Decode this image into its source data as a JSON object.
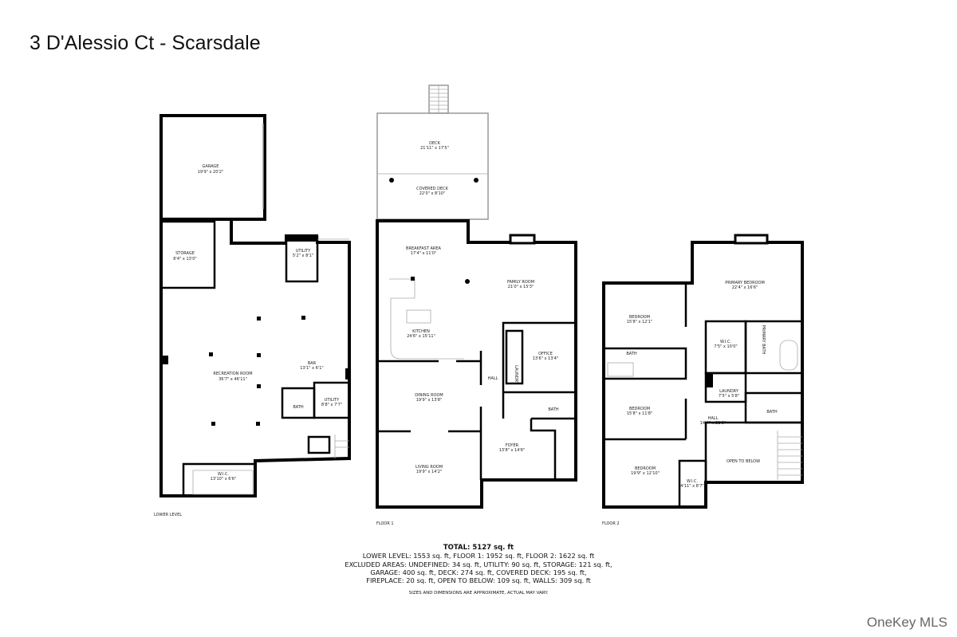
{
  "title": "3 D'Alessio Ct - Scarsdale",
  "levels": {
    "lower": {
      "label": "LOWER LEVEL",
      "rooms": [
        {
          "name": "GARAGE",
          "dim": "19'9\" x 20'2\""
        },
        {
          "name": "STORAGE",
          "dim": "8'4\" x 13'0\""
        },
        {
          "name": "UTILITY",
          "dim": "5'2\" x 8'1\""
        },
        {
          "name": "RECREATION ROOM",
          "dim": "36'7\" x 46'11\""
        },
        {
          "name": "BAR",
          "dim": "13'1\" x 6'1\""
        },
        {
          "name": "BATH",
          "dim": ""
        },
        {
          "name": "UTILITY",
          "dim": "8'8\" x 7'7\""
        },
        {
          "name": "W.I.C.",
          "dim": "13'10\" x 6'6\""
        }
      ]
    },
    "floor1": {
      "label": "FLOOR 1",
      "rooms": [
        {
          "name": "DECK",
          "dim": "21'11\" x 17'5\""
        },
        {
          "name": "COVERED DECK",
          "dim": "22'0\" x 8'10\""
        },
        {
          "name": "BREAKFAST AREA",
          "dim": "17'4\" x 11'0\""
        },
        {
          "name": "FAMILY ROOM",
          "dim": "21'0\" x 15'3\""
        },
        {
          "name": "KITCHEN",
          "dim": "24'6\" x 15'11\""
        },
        {
          "name": "OFFICE",
          "dim": "13'6\" x 13'4\""
        },
        {
          "name": "HALL",
          "dim": ""
        },
        {
          "name": "LAUNDRY",
          "dim": ""
        },
        {
          "name": "DINING ROOM",
          "dim": "19'9\" x 13'8\""
        },
        {
          "name": "BATH",
          "dim": ""
        },
        {
          "name": "FOYER",
          "dim": "13'8\" x 14'6\""
        },
        {
          "name": "LIVING ROOM",
          "dim": "19'9\" x 14'2\""
        }
      ]
    },
    "floor2": {
      "label": "FLOOR 2",
      "rooms": [
        {
          "name": "PRIMARY BEDROOM",
          "dim": "22'4\" x 16'6\""
        },
        {
          "name": "BEDROOM",
          "dim": "15'8\" x 12'1\""
        },
        {
          "name": "W.I.C.",
          "dim": "7'5\" x 10'0\""
        },
        {
          "name": "PRIMARY BATH",
          "dim": ""
        },
        {
          "name": "BATH",
          "dim": ""
        },
        {
          "name": "LAUNDRY",
          "dim": "7'5\" x 5'8\""
        },
        {
          "name": "BEDROOM",
          "dim": "15'8\" x 11'8\""
        },
        {
          "name": "BATH",
          "dim": ""
        },
        {
          "name": "HALL",
          "dim": "14'4\" x 21'8\""
        },
        {
          "name": "OPEN TO BELOW",
          "dim": ""
        },
        {
          "name": "BEDROOM",
          "dim": "19'9\" x 12'10\""
        },
        {
          "name": "W.I.C.",
          "dim": "4'11\" x 8'7\""
        }
      ]
    }
  },
  "summary": {
    "total": "TOTAL: 5127 sq. ft",
    "lines": [
      "LOWER LEVEL: 1553 sq. ft, FLOOR 1: 1952 sq. ft, FLOOR 2: 1622 sq. ft",
      "EXCLUDED AREAS: UNDEFINED: 34 sq. ft, UTILITY: 90 sq. ft, STORAGE: 121 sq. ft,",
      "GARAGE: 400 sq. ft, DECK: 274 sq. ft, COVERED DECK: 195 sq. ft,",
      "FIREPLACE: 20 sq. ft, OPEN TO BELOW: 109 sq. ft, WALLS: 309 sq. ft"
    ],
    "note": "SIZES AND DIMENSIONS ARE APPROXIMATE, ACTUAL MAY VARY."
  },
  "watermark": "OneKey MLS"
}
